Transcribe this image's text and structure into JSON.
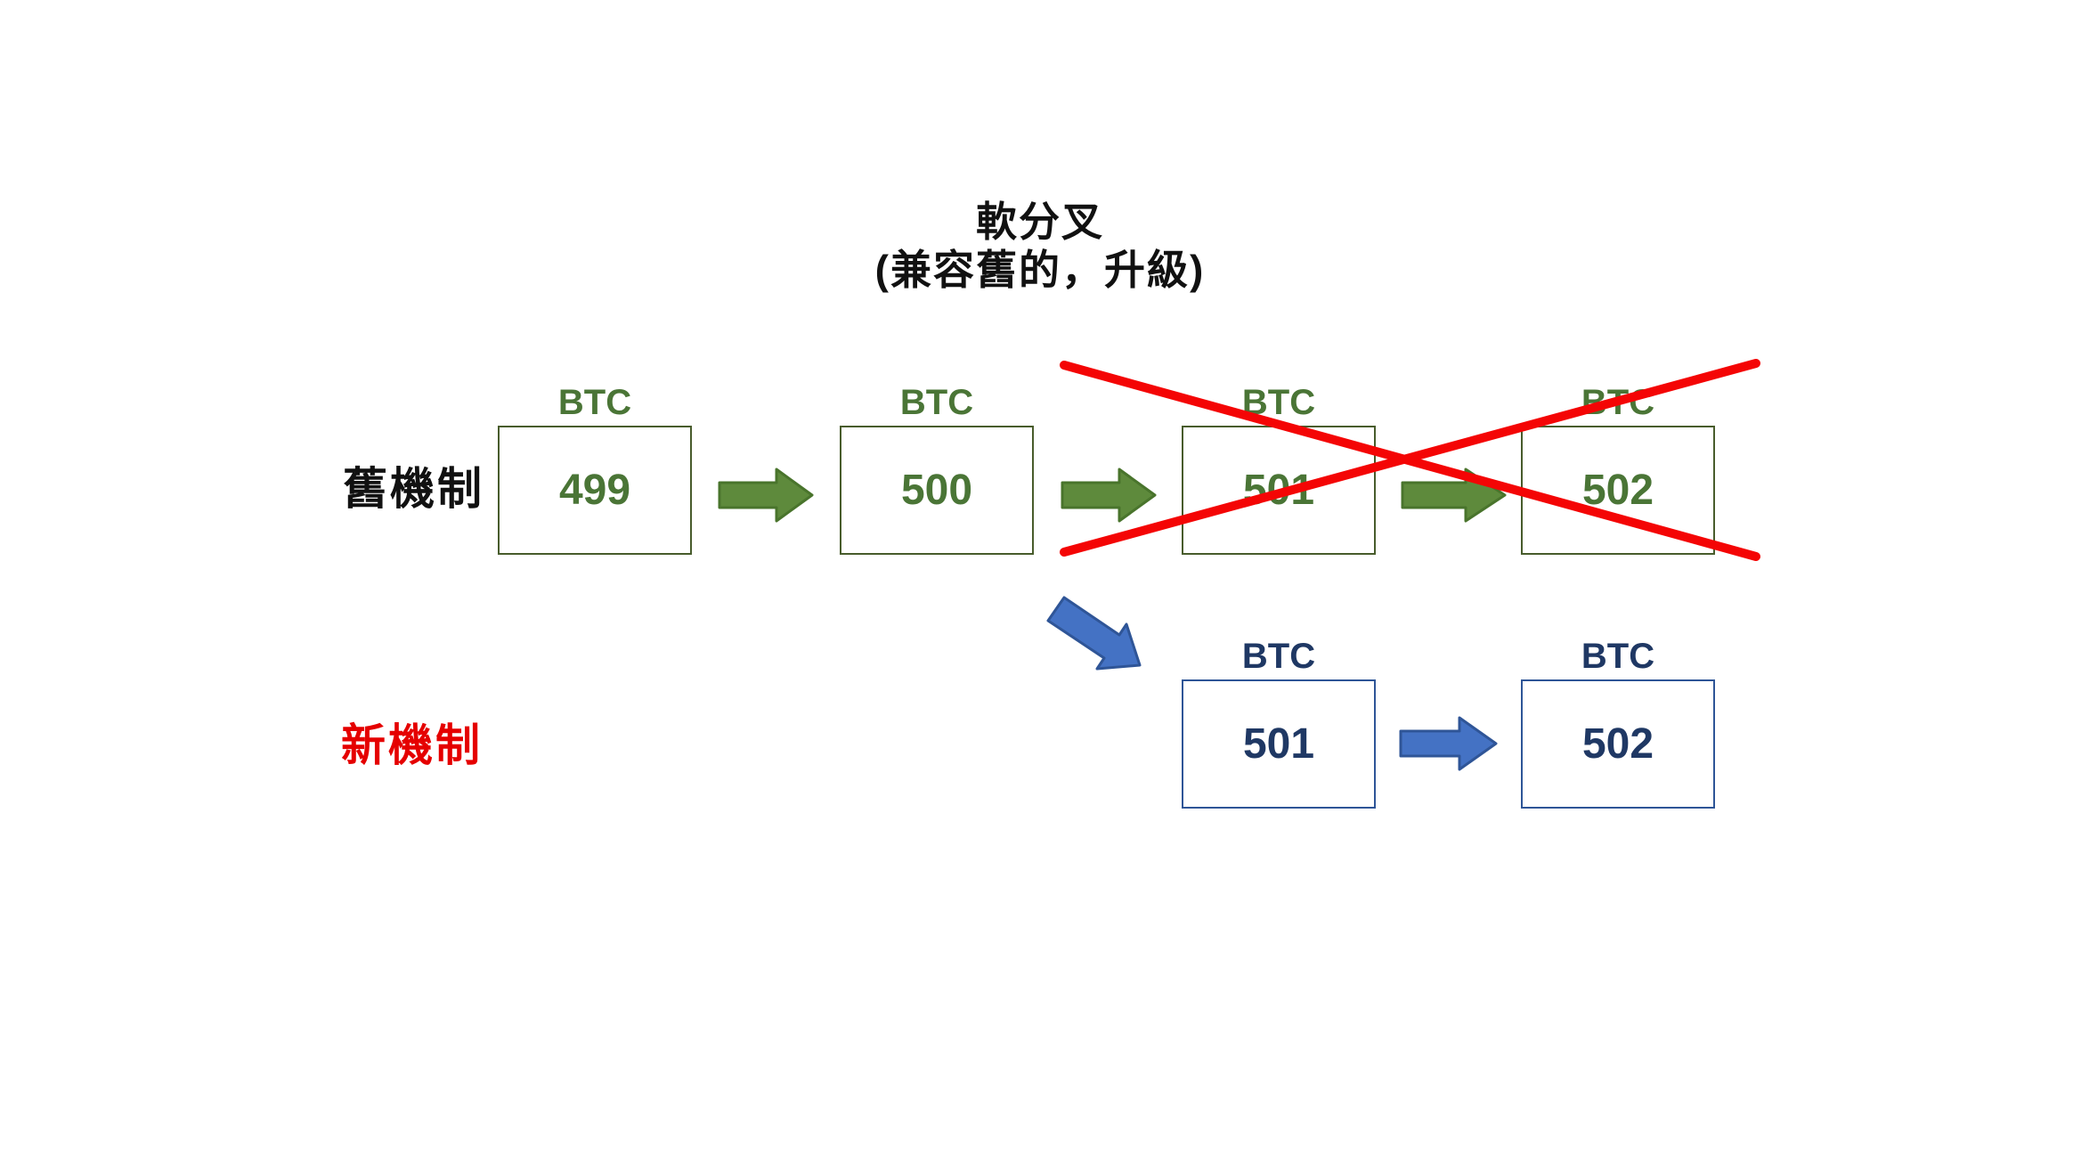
{
  "title": {
    "line1": "軟分叉",
    "line2": "(兼容舊的，升級)"
  },
  "old_chain": {
    "label": "舊機制",
    "blocks": [
      {
        "coin": "BTC",
        "height": "499"
      },
      {
        "coin": "BTC",
        "height": "500"
      },
      {
        "coin": "BTC",
        "height": "501"
      },
      {
        "coin": "BTC",
        "height": "502"
      }
    ]
  },
  "new_chain": {
    "label": "新機制",
    "blocks": [
      {
        "coin": "BTC",
        "height": "501"
      },
      {
        "coin": "BTC",
        "height": "502"
      }
    ]
  },
  "icons": {
    "green_flow_arrow": "right-arrow",
    "blue_flow_arrow": "right-arrow",
    "fork_arrow": "diagonal-down-right-arrow",
    "invalid_cross": "red-x"
  },
  "colors": {
    "green_fill": "#5E8A3C",
    "green_stroke": "#49742C",
    "green_text": "#4A7536",
    "green_border": "#485C2C",
    "blue_fill": "#4472C4",
    "blue_stroke": "#2F5597",
    "navy_text": "#1F3864",
    "navy_border": "#2E5597",
    "red_x": "#F40505",
    "label_black": "#111111",
    "label_red": "#E50000"
  }
}
